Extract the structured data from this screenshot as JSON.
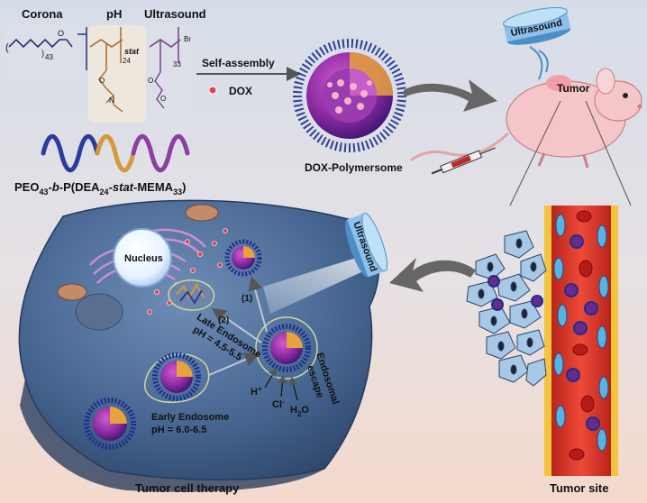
{
  "polymer": {
    "block_corona": "Corona",
    "block_ph": "pH",
    "block_ultrasound": "Ultrasound",
    "sub_43": "43",
    "sub_24": "24",
    "sub_33": "33",
    "stat": "stat",
    "br": "Br",
    "name_prefix": "PEO",
    "name_sub1": "43",
    "name_b": "-b-",
    "name_mid": "P(DEA",
    "name_sub2": "24",
    "name_stat": "-stat-",
    "name_memas": "MEMA",
    "name_sub3": "33",
    "name_close": ")"
  },
  "assembly": {
    "self_assembly": "Self-assembly",
    "dox": "DOX",
    "polymersome": "DOX-Polymersome"
  },
  "mouse": {
    "ultrasound": "Ultrasound",
    "tumor": "Tumor"
  },
  "cell": {
    "nucleus": "Nucleus",
    "ultrasound": "Ultrasound",
    "late_endosome": "Late Endosome",
    "late_ph": "pH = 4.5-5.5",
    "early_endosome": "Early Endosome",
    "early_ph": "pH = 6.0-6.5",
    "step1": "(1)",
    "step2": "(2)",
    "endosomal_escape_1": "Endosomal",
    "endosomal_escape_2": "escape",
    "h_plus": "H",
    "h_sup": "+",
    "cl": "Cl",
    "cl_sup": "-",
    "h2o_h": "H",
    "h2o_2": "2",
    "h2o_o": "O"
  },
  "captions": {
    "therapy": "Tumor cell therapy",
    "site": "Tumor site"
  },
  "colors": {
    "backdrop_top": "#c9d3e3",
    "backdrop_bottom": "#f2d7cf",
    "cell": "#3f5d86",
    "cell_light": "#6f8db5",
    "vessel": "#e53b2c",
    "polymersome_core": "#7a2a95",
    "corona": "#1c2f8e",
    "dox": "#e8404a",
    "mouse": "#f4c6c9",
    "arrow": "#5c5c5c"
  }
}
